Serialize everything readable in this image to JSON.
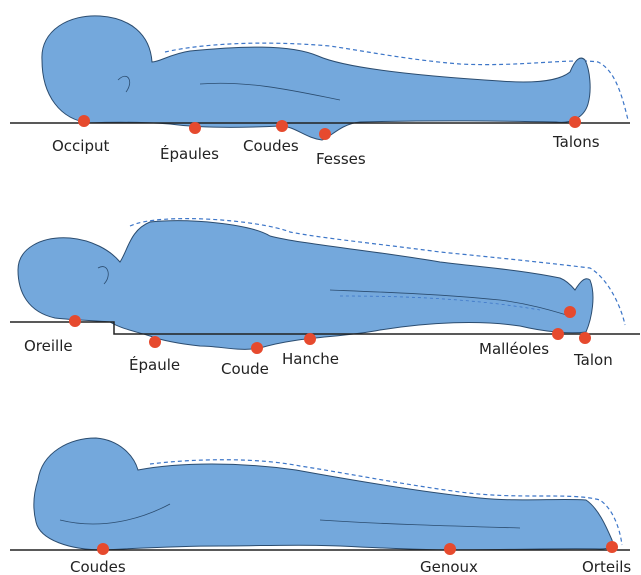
{
  "colors": {
    "body_fill": "#74a8dc",
    "body_stroke": "#2b4c6f",
    "outline_dash": "#3d76c8",
    "marker": "#e64a2e",
    "surface": "#222222"
  },
  "panels": [
    {
      "id": "supine",
      "points": [
        {
          "label": "Occiput"
        },
        {
          "label": "Épaules"
        },
        {
          "label": "Coudes"
        },
        {
          "label": "Fesses"
        },
        {
          "label": "Talons"
        }
      ]
    },
    {
      "id": "lateral",
      "points": [
        {
          "label": "Oreille"
        },
        {
          "label": "Épaule"
        },
        {
          "label": "Coude"
        },
        {
          "label": "Hanche"
        },
        {
          "label": "Malléoles"
        },
        {
          "label": "Talon"
        }
      ]
    },
    {
      "id": "prone",
      "points": [
        {
          "label": "Coudes"
        },
        {
          "label": "Genoux"
        },
        {
          "label": "Orteils"
        }
      ]
    }
  ]
}
